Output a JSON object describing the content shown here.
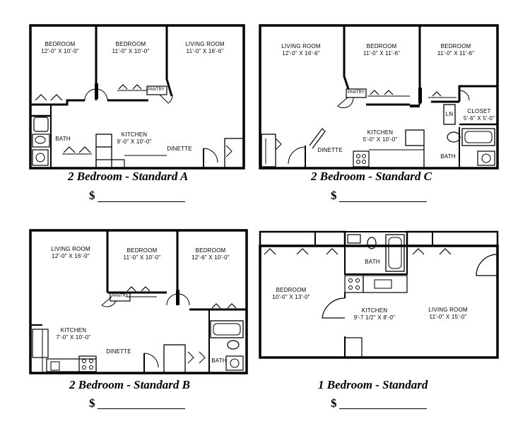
{
  "plans": [
    {
      "caption": "2 Bedroom - Standard A",
      "price_symbol": "$",
      "rooms": [
        {
          "name": "BEDROOM",
          "dim": "12'-0\" X 10'-0\""
        },
        {
          "name": "BEDROOM",
          "dim": "11'-0\" X 10'-0\""
        },
        {
          "name": "LIVING ROOM",
          "dim": "11'-0\" X 16'-6\""
        },
        {
          "name": "KITCHEN",
          "dim": "9'-0\" X 10'-0\""
        },
        {
          "name": "DINETTE",
          "dim": ""
        },
        {
          "name": "BATH",
          "dim": ""
        }
      ],
      "small_labels": [
        "PANTRY"
      ]
    },
    {
      "caption": "2 Bedroom - Standard C",
      "price_symbol": "$",
      "rooms": [
        {
          "name": "LIVING ROOM",
          "dim": "12'-0\" X 16'-6\""
        },
        {
          "name": "BEDROOM",
          "dim": "11'-0\" X 11'-6\""
        },
        {
          "name": "BEDROOM",
          "dim": "11'-0\" X 11'-6\""
        },
        {
          "name": "KITCHEN",
          "dim": "5'-0\" X 10'-0\""
        },
        {
          "name": "DINETTE",
          "dim": ""
        },
        {
          "name": "CLOSET",
          "dim": "5'-6\" X 5'-0\""
        },
        {
          "name": "BATH",
          "dim": ""
        },
        {
          "name": "LN",
          "dim": ""
        }
      ],
      "small_labels": [
        "PANTRY"
      ]
    },
    {
      "caption": "2 Bedroom - Standard B",
      "price_symbol": "$",
      "rooms": [
        {
          "name": "LIVING ROOM",
          "dim": "12'-0\" X 16'-0\""
        },
        {
          "name": "BEDROOM",
          "dim": "11'-0\" X 10'-0\""
        },
        {
          "name": "BEDROOM",
          "dim": "12'-6\" X 10'-0\""
        },
        {
          "name": "KITCHEN",
          "dim": "7'-0\" X 10'-0\""
        },
        {
          "name": "DINETTE",
          "dim": ""
        },
        {
          "name": "BATH",
          "dim": ""
        }
      ],
      "small_labels": [
        "PANTRY"
      ]
    },
    {
      "caption": "1 Bedroom - Standard",
      "price_symbol": "$",
      "rooms": [
        {
          "name": "BEDROOM",
          "dim": "10'-0\" X 13'-0\""
        },
        {
          "name": "KITCHEN",
          "dim": "9'-7 1/2\" X 8'-0\""
        },
        {
          "name": "LIVING ROOM",
          "dim": "11'-0\" X 15'-0\""
        },
        {
          "name": "BATH",
          "dim": ""
        }
      ],
      "small_labels": []
    }
  ]
}
